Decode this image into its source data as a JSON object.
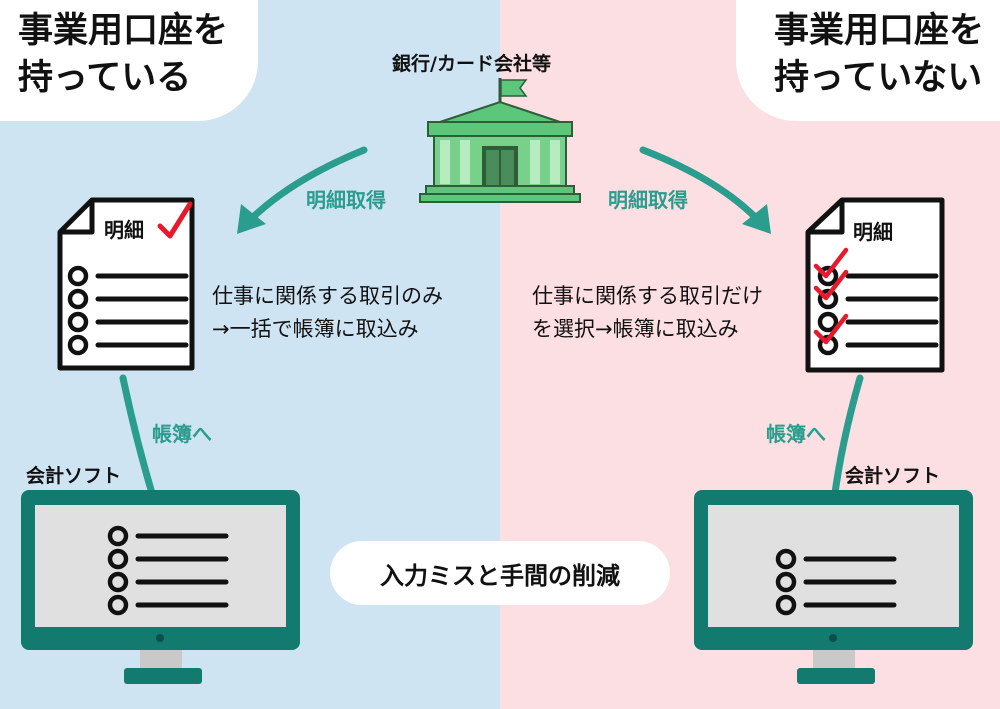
{
  "left_panel": {
    "title_line1": "事業用口座を",
    "title_line2": "持っている"
  },
  "right_panel": {
    "title_line1": "事業用口座を",
    "title_line2": "持っていない"
  },
  "bank": {
    "label": "銀行/カード会社等",
    "icon": "bank-building-icon"
  },
  "arrows": {
    "left_fetch_label": "明細取得",
    "right_fetch_label": "明細取得",
    "left_ledger_label": "帳簿へ",
    "right_ledger_label": "帳簿へ"
  },
  "documents": {
    "left_title": "明細",
    "right_title": "明細",
    "icon": "document-list-icon",
    "check_icon": "check-mark-icon"
  },
  "descriptions": {
    "left_line1": "仕事に関係する取引のみ",
    "left_line2": "→一括で帳簿に取込み",
    "right_line1": "仕事に関係する取引だけ",
    "right_line2": "を選択→帳簿に取込み"
  },
  "software": {
    "left_label": "会計ソフト",
    "right_label": "会計ソフト",
    "icon": "monitor-icon"
  },
  "center_message": "入力ミスと手間の削減",
  "colors": {
    "left_bg": "#cfe4f2",
    "right_bg": "#fcdfe2",
    "teal": "#2a9d8f",
    "monitor": "#137a70",
    "bank_green": "#5cc77a",
    "check_red": "#e8192c"
  }
}
